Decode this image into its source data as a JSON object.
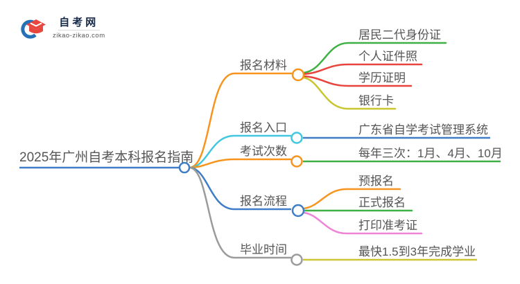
{
  "logo": {
    "title": "自考网",
    "domain": "zikao-zikao.com"
  },
  "mindmap": {
    "root": {
      "label": "2025年广州自考本科报名指南"
    },
    "branches": [
      {
        "label": "报名材料",
        "color": "#f7941e",
        "children": [
          "居民二代身份证",
          "个人证件照",
          "学历证明",
          "银行卡"
        ],
        "child_colors": [
          "#3fb045",
          "#e8433c",
          "#e8433c",
          "#c9c62f"
        ]
      },
      {
        "label": "报名入口",
        "color": "#41c7e0",
        "children": [
          "广东省自学考试管理系统"
        ],
        "child_colors": [
          "#3f7dc4"
        ]
      },
      {
        "label": "考试次数",
        "color": "#f7941e",
        "children": [
          "每年三次：1月、4月、10月"
        ],
        "child_colors": [
          "#3fb045"
        ]
      },
      {
        "label": "报名流程",
        "color": "#3f7dc4",
        "children": [
          "预报名",
          "正式报名",
          "打印准考证"
        ],
        "child_colors": [
          "#f7941e",
          "#3fb045",
          "#ef83d6"
        ]
      },
      {
        "label": "毕业时间",
        "color": "#9b9b9b",
        "children": [
          "最快1.5到3年完成学业"
        ],
        "child_colors": [
          "#c9c62f"
        ]
      }
    ]
  },
  "colors": {
    "root_line": "#3f7dc4",
    "text": "#555555",
    "logo_blue": "#2571b8",
    "logo_red": "#e8473f",
    "logo_text": "#16284a",
    "background": "#ffffff"
  }
}
